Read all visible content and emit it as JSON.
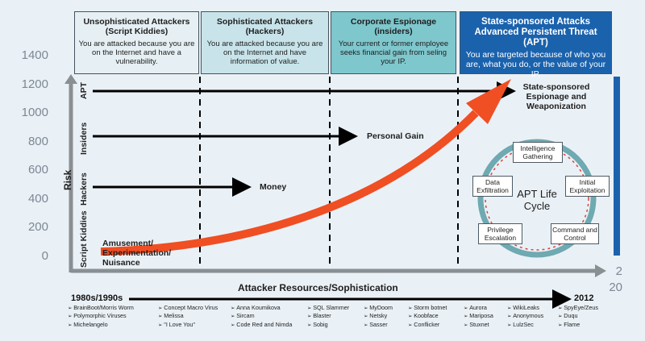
{
  "background_axis": {
    "ticks": [
      "1400",
      "1200",
      "1000",
      "800",
      "600",
      "400",
      "200",
      "0"
    ],
    "trail": [
      "2",
      "20"
    ]
  },
  "headers": [
    {
      "title": "Unsophisticated Attackers (Script Kiddies)",
      "body": "You are attacked because you are on the Internet and have a vulnerability."
    },
    {
      "title": "Sophisticated Attackers (Hackers)",
      "body": "You are attacked because you are on the Internet and have information of value."
    },
    {
      "title": "Corporate Espionage (insiders)",
      "body": "Your current or former employee seeks financial gain from seling your IP."
    },
    {
      "title": "State-sponsored Attacks Advanced Persistent Threat (APT)",
      "body": "You are targeted because of who you are, what you do, or the value of your IP."
    }
  ],
  "axes": {
    "y_label": "Risk",
    "x_label": "Attacker Resources/Sophistication"
  },
  "rows": [
    {
      "name": "APT",
      "target": "State-sponsored Espionage and Weaponization"
    },
    {
      "name": "Insiders",
      "target": "Personal Gain"
    },
    {
      "name": "Hackers",
      "target": "Money"
    },
    {
      "name": "Script Kiddies",
      "target": "Amusement/ Experimentation/ Nuisance"
    }
  ],
  "lifecycle": {
    "title": "APT Life Cycle",
    "stages": [
      "Intelligence Gathering",
      "Initial Exploitation",
      "Command and Control",
      "Privilege Escalation",
      "Data Exfiltration"
    ]
  },
  "timeline": {
    "start": "1980s/1990s",
    "end": "2012",
    "columns": [
      [
        "BrainBoot/Morris Worm",
        "Polymorphic Viruses",
        "Michelangelo"
      ],
      [
        "Concept Macro Virus",
        "Melissa",
        "\"I Love You\""
      ],
      [
        "Anna Koumikova",
        "Sircam",
        "Code Red and Nimda"
      ],
      [
        "SQL Slammer",
        "Blaster",
        "Sobig"
      ],
      [
        "MyDoom",
        "Netsky",
        "Sasser"
      ],
      [
        "Storm botnet",
        "Koobface",
        "Conflicker"
      ],
      [
        "Aurora",
        "Mariposa",
        "Stuxnet"
      ],
      [
        "WikiLeaks",
        "Anonymous",
        "LulzSec"
      ],
      [
        "SpyEye/Zeus",
        "Duqu",
        "Flame"
      ]
    ]
  },
  "colors": {
    "header1": "#e6f0f4",
    "header2": "#c8e4ea",
    "header3": "#7ec7cd",
    "header4": "#1b62ad",
    "curve": "#f04e23",
    "cycle_ring": "#6fa9b1"
  }
}
